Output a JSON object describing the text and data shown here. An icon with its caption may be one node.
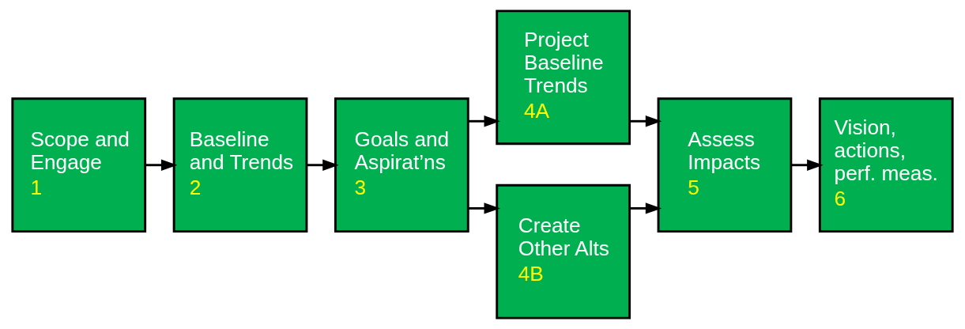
{
  "diagram": {
    "nodes": [
      {
        "text": [
          "Scope and Engage",
          "1"
        ]
      },
      {
        "text": [
          "Baseline and Trends",
          "2"
        ]
      },
      {
        "text": [
          "Goals and Aspirat’ns",
          "3"
        ]
      },
      {
        "text": [
          "Project Baseline Trends",
          "4A"
        ]
      },
      {
        "text": [
          "Create Other Alts",
          "4B"
        ]
      },
      {
        "text": [
          "Assess Impacts",
          "5"
        ]
      },
      {
        "text": [
          "Vision, actions, perf. meas.",
          "6"
        ]
      }
    ],
    "edges": [
      {
        "from": 0,
        "to": 1,
        "arrow": "to"
      },
      {
        "from": 1,
        "to": 2,
        "arrow": "to"
      },
      {
        "from": 2,
        "to": 3,
        "arrow": "to"
      },
      {
        "from": 2,
        "to": 4,
        "arrow": "to"
      },
      {
        "from": 3,
        "to": 5,
        "arrow": "to"
      },
      {
        "from": 4,
        "to": 5,
        "arrow": "to"
      },
      {
        "from": 5,
        "to": 6,
        "arrow": "to"
      }
    ]
  }
}
